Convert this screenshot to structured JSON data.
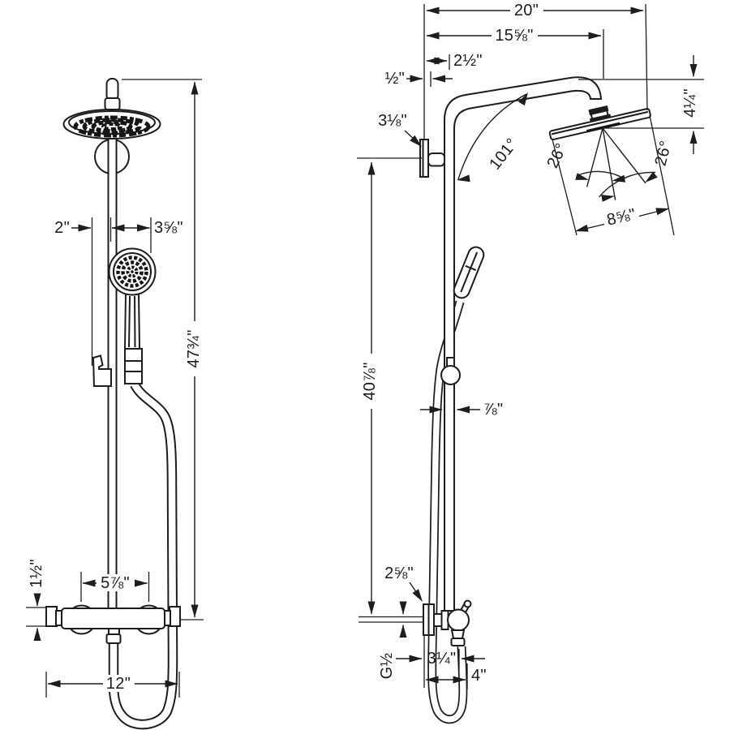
{
  "drawing": {
    "type": "technical-dimension-diagram",
    "subject": "showerpipe with overhead shower, hand shower and thermostat (front and side view)",
    "line_color": "#1d1d1d",
    "background": "#ffffff"
  },
  "labels": {
    "side_overall_reach": "20\"",
    "side_arm_reach": "15⅝\"",
    "side_wall_to_riser": "2½\"",
    "side_wall_offset": "½\"",
    "side_wall_bracket": "3⅛\"",
    "side_head_drop": "4¼\"",
    "side_arm_angle": "101°",
    "side_spray_angle_left": "26°",
    "side_spray_angle_right": "26°",
    "side_head_width": "8⅝\"",
    "side_riser_height": "40⅞\"",
    "side_riser_diameter": "⅞\"",
    "side_escutcheon_height": "2⅝\"",
    "side_thread": "G½",
    "side_wall_to_valve": "3¼\"",
    "side_wall_to_hose": "4\"",
    "front_left_offset": "2\"",
    "front_right_offset": "3⅝\"",
    "front_total_height": "47¾\"",
    "front_valve_height": "1½\"",
    "front_handle_spacing": "5⅞\"",
    "front_valve_width": "12\""
  }
}
